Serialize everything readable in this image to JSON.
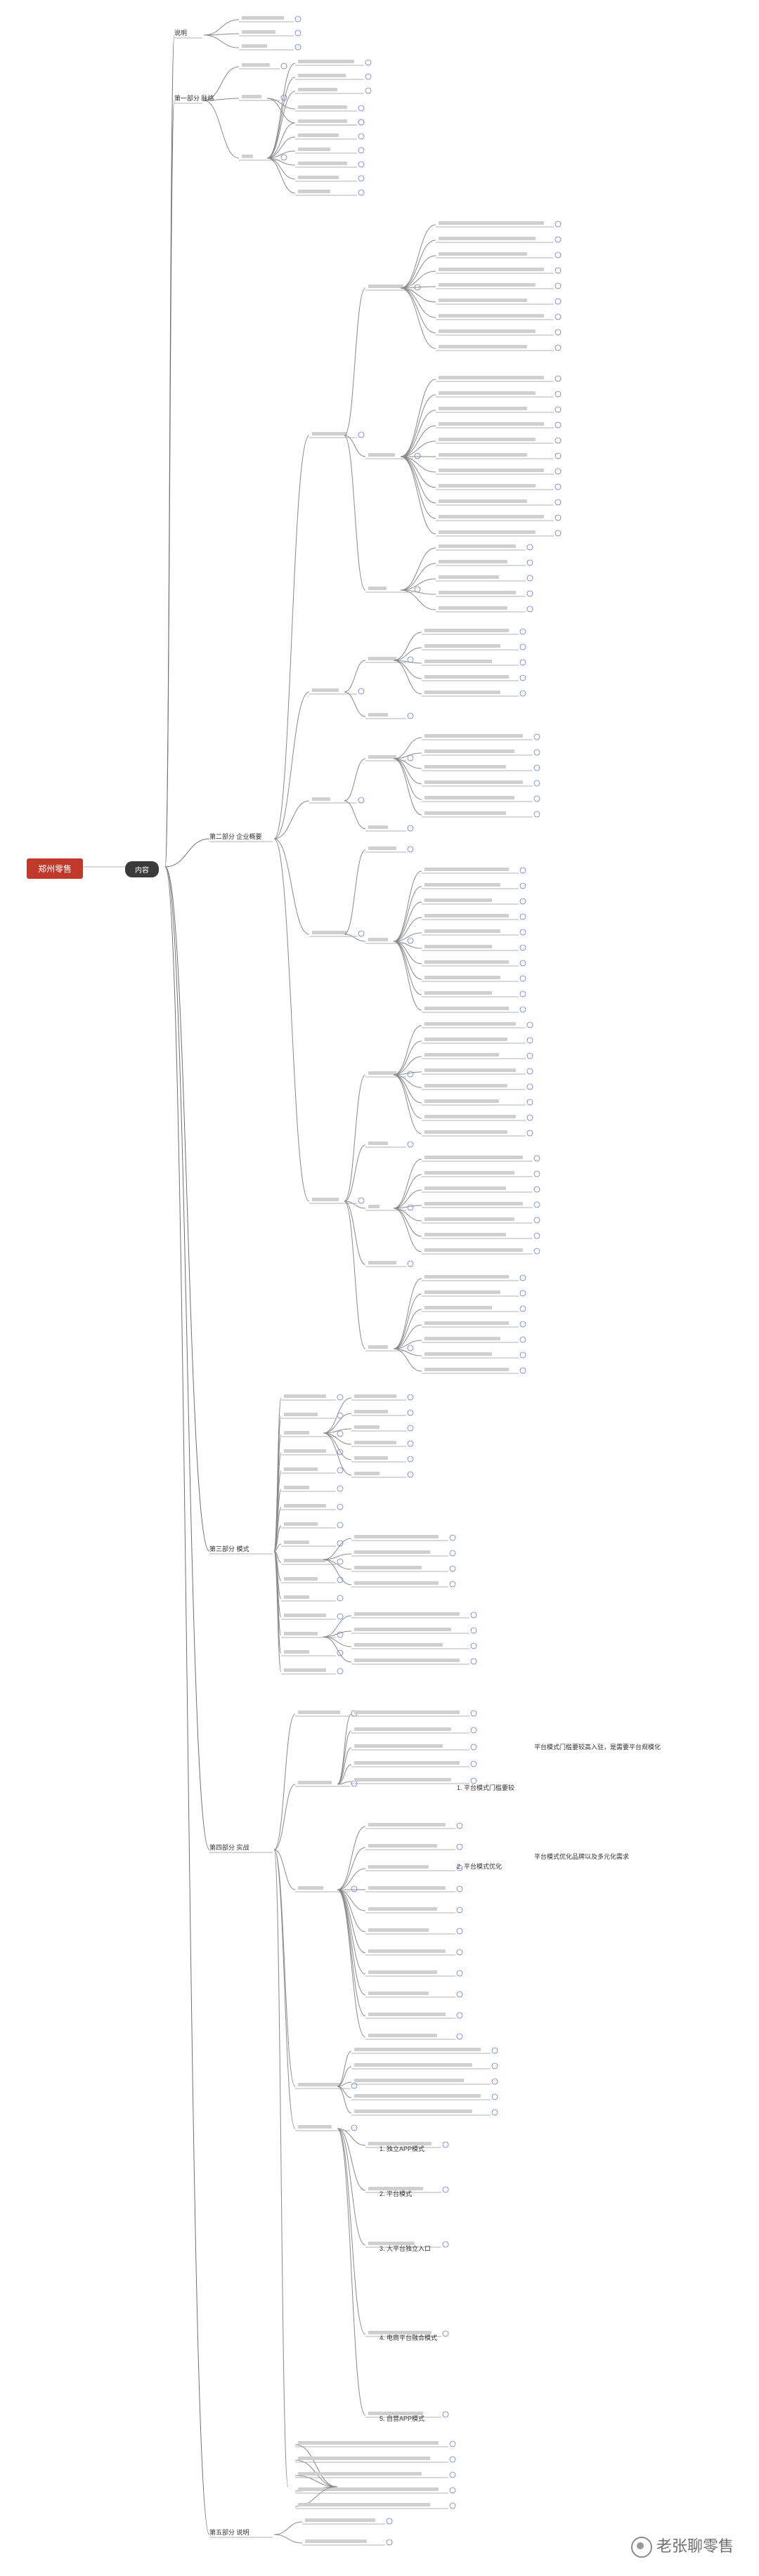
{
  "root": "郑州零售",
  "hub": "内容",
  "branches": [
    {
      "label": "说明"
    },
    {
      "label": "第一部分 脉络"
    },
    {
      "label": "第二部分 企业概要"
    },
    {
      "label": "第三部分 模式"
    },
    {
      "label": "第四部分 实战"
    },
    {
      "label": "第五部分 说明"
    }
  ],
  "nodes": [
    "1. 平台模式门槛要较",
    "2. 平台模式优化",
    "1. 独立APP模式",
    "2. 平台模式",
    "3. 大平台独立入口",
    "4. 电商平台融合模式",
    "5. 自营APP模式"
  ],
  "notes": [
    "平台模式门槛要较高入驻，是需要平台规模化",
    "平台模式优化品牌以及多元化需求"
  ],
  "watermark": "老张聊零售"
}
